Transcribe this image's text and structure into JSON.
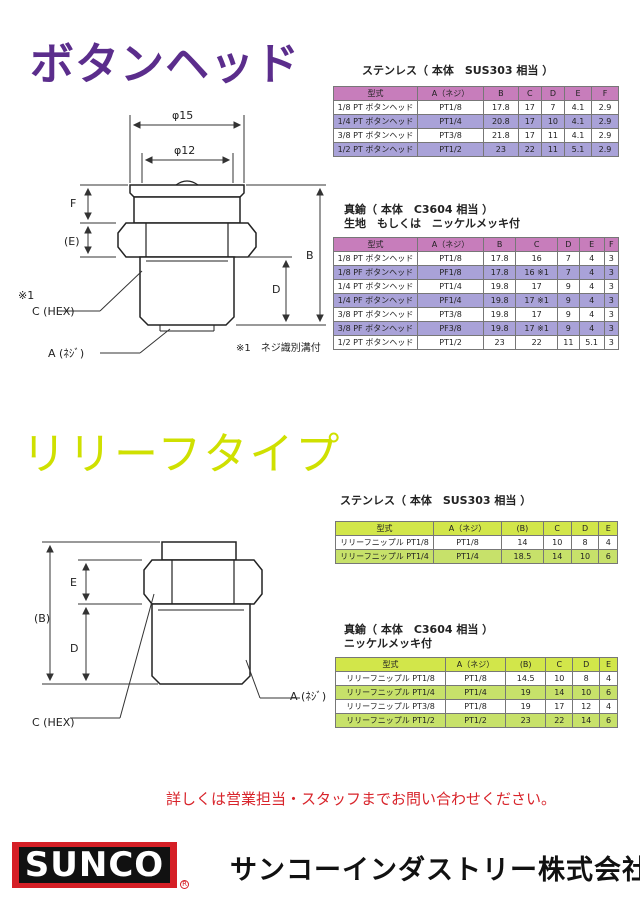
{
  "section1": {
    "title": "ボタンヘッド",
    "stainless_caption": "ステンレス（ 本体　SUS303 相当 ）",
    "brass_caption_line1": "真鍮（ 本体　C3604 相当 ）",
    "brass_caption_line2": "生地　もしくは　ニッケルメッキ付",
    "note": "※1　ネジ識別溝付",
    "diagram_labels": {
      "d15": "φ15",
      "d12": "φ12",
      "F": "F",
      "E": "(E)",
      "B": "B",
      "D": "D",
      "C": "C (HEX)",
      "A": "A (ﾈｼﾞ)",
      "mark": "※1"
    },
    "headers": [
      "型式",
      "A（ネジ）",
      "B",
      "C",
      "D",
      "E",
      "F"
    ],
    "stainless_rows": [
      [
        "1/8 PT ボタンヘッド",
        "PT1/8",
        "17.8",
        "17",
        "7",
        "4.1",
        "2.9"
      ],
      [
        "1/4 PT ボタンヘッド",
        "PT1/4",
        "20.8",
        "17",
        "10",
        "4.1",
        "2.9"
      ],
      [
        "3/8 PT ボタンヘッド",
        "PT3/8",
        "21.8",
        "17",
        "11",
        "4.1",
        "2.9"
      ],
      [
        "1/2 PT ボタンヘッド",
        "PT1/2",
        "23",
        "22",
        "11",
        "5.1",
        "2.9"
      ]
    ],
    "brass_rows": [
      [
        "1/8 PT ボタンヘッド",
        "PT1/8",
        "17.8",
        "16",
        "7",
        "4",
        "3"
      ],
      [
        "1/8 PF ボタンヘッド",
        "PF1/8",
        "17.8",
        "16 ※1",
        "7",
        "4",
        "3"
      ],
      [
        "1/4 PT ボタンヘッド",
        "PT1/4",
        "19.8",
        "17",
        "9",
        "4",
        "3"
      ],
      [
        "1/4 PF ボタンヘッド",
        "PF1/4",
        "19.8",
        "17 ※1",
        "9",
        "4",
        "3"
      ],
      [
        "3/8 PT ボタンヘッド",
        "PT3/8",
        "19.8",
        "17",
        "9",
        "4",
        "3"
      ],
      [
        "3/8 PF ボタンヘッド",
        "PF3/8",
        "19.8",
        "17 ※1",
        "9",
        "4",
        "3"
      ],
      [
        "1/2 PT ボタンヘッド",
        "PT1/2",
        "23",
        "22",
        "11",
        "5.1",
        "3"
      ]
    ]
  },
  "section2": {
    "title": "リリーフタイプ",
    "stainless_caption": "ステンレス（ 本体　SUS303 相当 ）",
    "brass_caption_line1": "真鍮（ 本体　C3604 相当 ）",
    "brass_caption_line2": "ニッケルメッキ付",
    "diagram_labels": {
      "B": "(B)",
      "E": "E",
      "D": "D",
      "C": "C (HEX)",
      "A": "A (ﾈｼﾞ)"
    },
    "headers": [
      "型式",
      "A（ネジ）",
      "(B)",
      "C",
      "D",
      "E"
    ],
    "stainless_rows": [
      [
        "リリーフニップル PT1/8",
        "PT1/8",
        "14",
        "10",
        "8",
        "4"
      ],
      [
        "リリーフニップル PT1/4",
        "PT1/4",
        "18.5",
        "14",
        "10",
        "6"
      ]
    ],
    "brass_rows": [
      [
        "リリーフニップル PT1/8",
        "PT1/8",
        "14.5",
        "10",
        "8",
        "4"
      ],
      [
        "リリーフニップル PT1/4",
        "PT1/4",
        "19",
        "14",
        "10",
        "6"
      ],
      [
        "リリーフニップル PT3/8",
        "PT1/8",
        "19",
        "17",
        "12",
        "4"
      ],
      [
        "リリーフニップル PT1/2",
        "PT1/2",
        "23",
        "22",
        "14",
        "6"
      ]
    ]
  },
  "footer": {
    "notice": "詳しくは営業担当・スタッフまでお問い合わせください。",
    "logo": "SUNCO",
    "registered": "R",
    "company": "サンコーインダストリー株式会社"
  },
  "colors": {
    "purple_title": "#5b2d8c",
    "green_title": "#cfe000",
    "table_head_purple": "#c77dbb",
    "row_lavender": "#a9a2d8",
    "table_head_green": "#d2e64a",
    "row_lightgreen": "#c7e16a",
    "notice_red": "#d8242b",
    "logo_red": "#d51f26"
  }
}
